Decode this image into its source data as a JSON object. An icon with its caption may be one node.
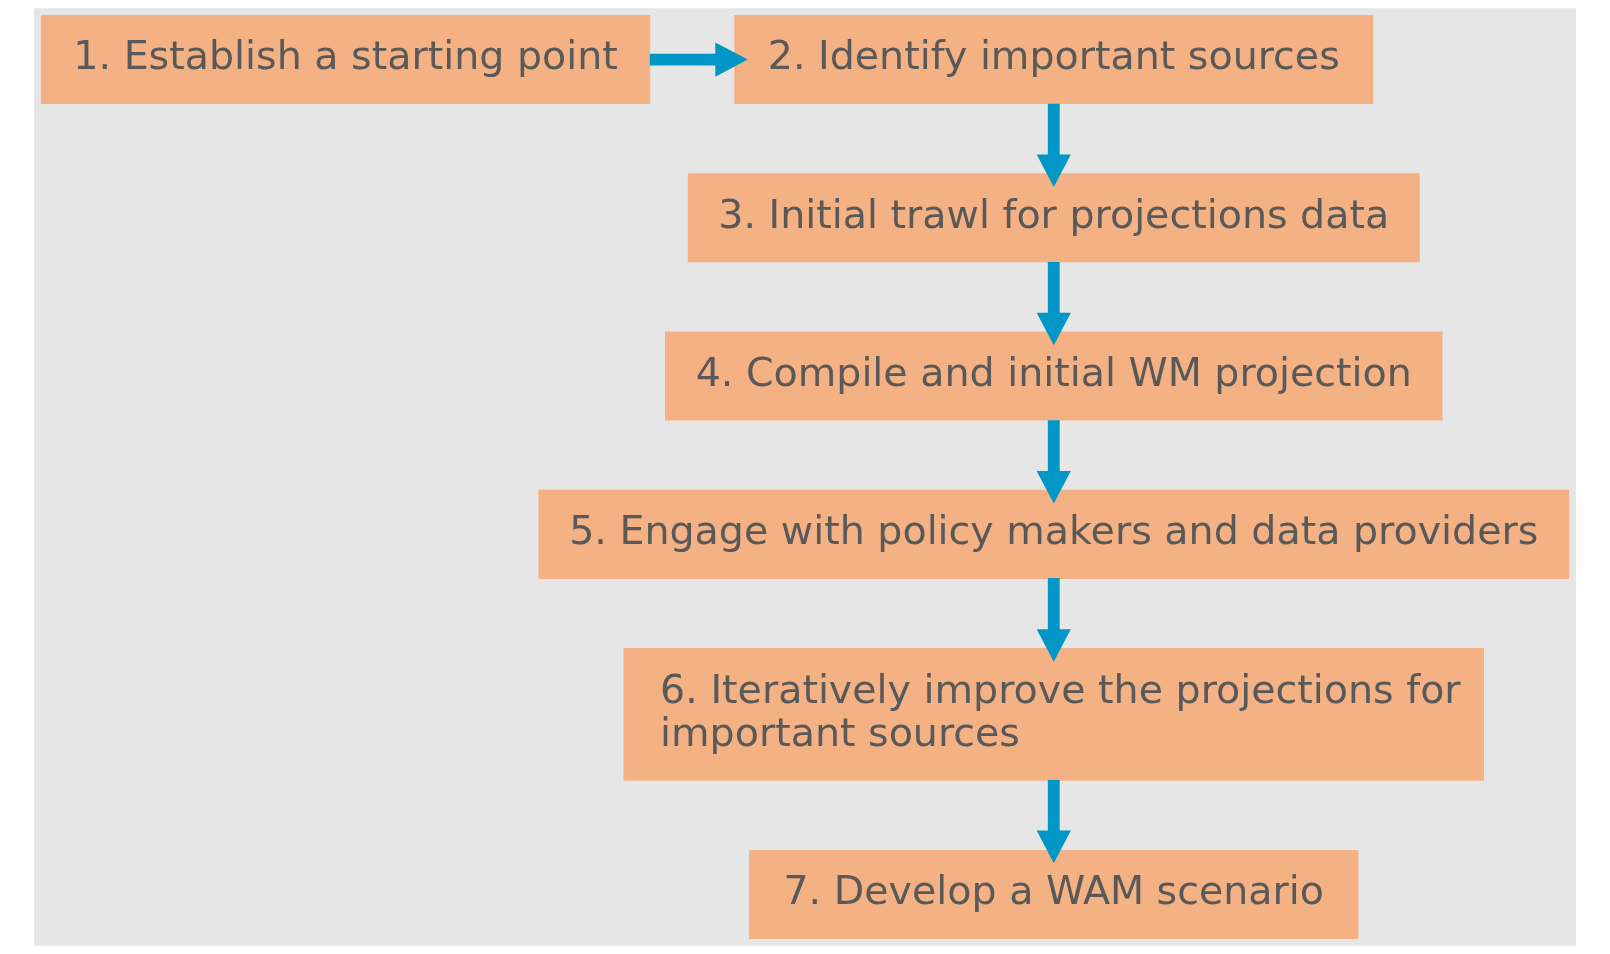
{
  "diagram": {
    "nodes": [
      {
        "text": [
          "1. Establish a starting point"
        ]
      },
      {
        "text": [
          "2. Identify important sources"
        ]
      },
      {
        "text": [
          "3. Initial trawl for projections data"
        ]
      },
      {
        "text": [
          "4. Compile and initial WM projection"
        ]
      },
      {
        "text": [
          "5. Engage with policy makers and data providers"
        ]
      },
      {
        "text": [
          "6. Iteratively improve the projections for important sources"
        ]
      },
      {
        "text": [
          "7. Develop a WAM scenario"
        ]
      }
    ],
    "edges": [
      {
        "from": 0,
        "to": 1,
        "arrow": "to"
      },
      {
        "from": 1,
        "to": 2,
        "arrow": "to"
      },
      {
        "from": 2,
        "to": 3,
        "arrow": "to"
      },
      {
        "from": 3,
        "to": 4,
        "arrow": "to"
      },
      {
        "from": 4,
        "to": 5,
        "arrow": "to"
      },
      {
        "from": 5,
        "to": 6,
        "arrow": "to"
      }
    ]
  }
}
